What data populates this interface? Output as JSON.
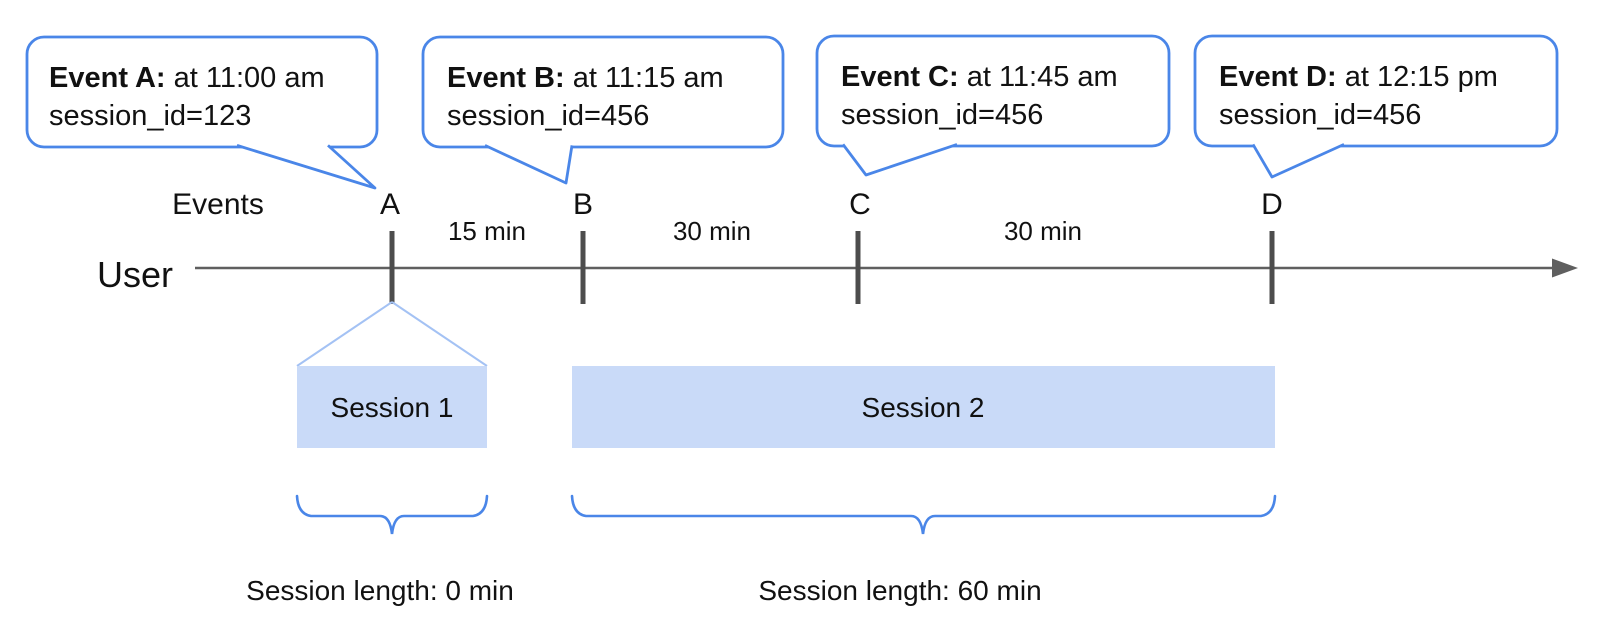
{
  "bubbles": [
    {
      "bold": "Event A:",
      "rest": " at 11:00 am",
      "line2": "session_id=123"
    },
    {
      "bold": "Event B:",
      "rest": " at 11:15 am",
      "line2": "session_id=456"
    },
    {
      "bold": "Event C:",
      "rest": " at 11:45 am",
      "line2": "session_id=456"
    },
    {
      "bold": "Event D:",
      "rest": " at 12:15 pm",
      "line2": "session_id=456"
    }
  ],
  "timeline": {
    "user_label": "User",
    "events_label": "Events",
    "markers": [
      {
        "label": "A"
      },
      {
        "label": "B"
      },
      {
        "label": "C"
      },
      {
        "label": "D"
      }
    ],
    "intervals": [
      {
        "label": "15 min"
      },
      {
        "label": "30 min"
      },
      {
        "label": "30 min"
      }
    ]
  },
  "sessions": [
    {
      "label": "Session 1",
      "length_label": "Session length: 0 min"
    },
    {
      "label": "Session 2",
      "length_label": "Session length: 60 min"
    }
  ],
  "colors": {
    "bubble_border": "#4a86e8",
    "session_fill": "#c9daf8",
    "funnel_line": "#a4c2f4",
    "brace": "#4a86e8",
    "axis": "#5f5f5f",
    "tick": "#4d4d4d"
  }
}
